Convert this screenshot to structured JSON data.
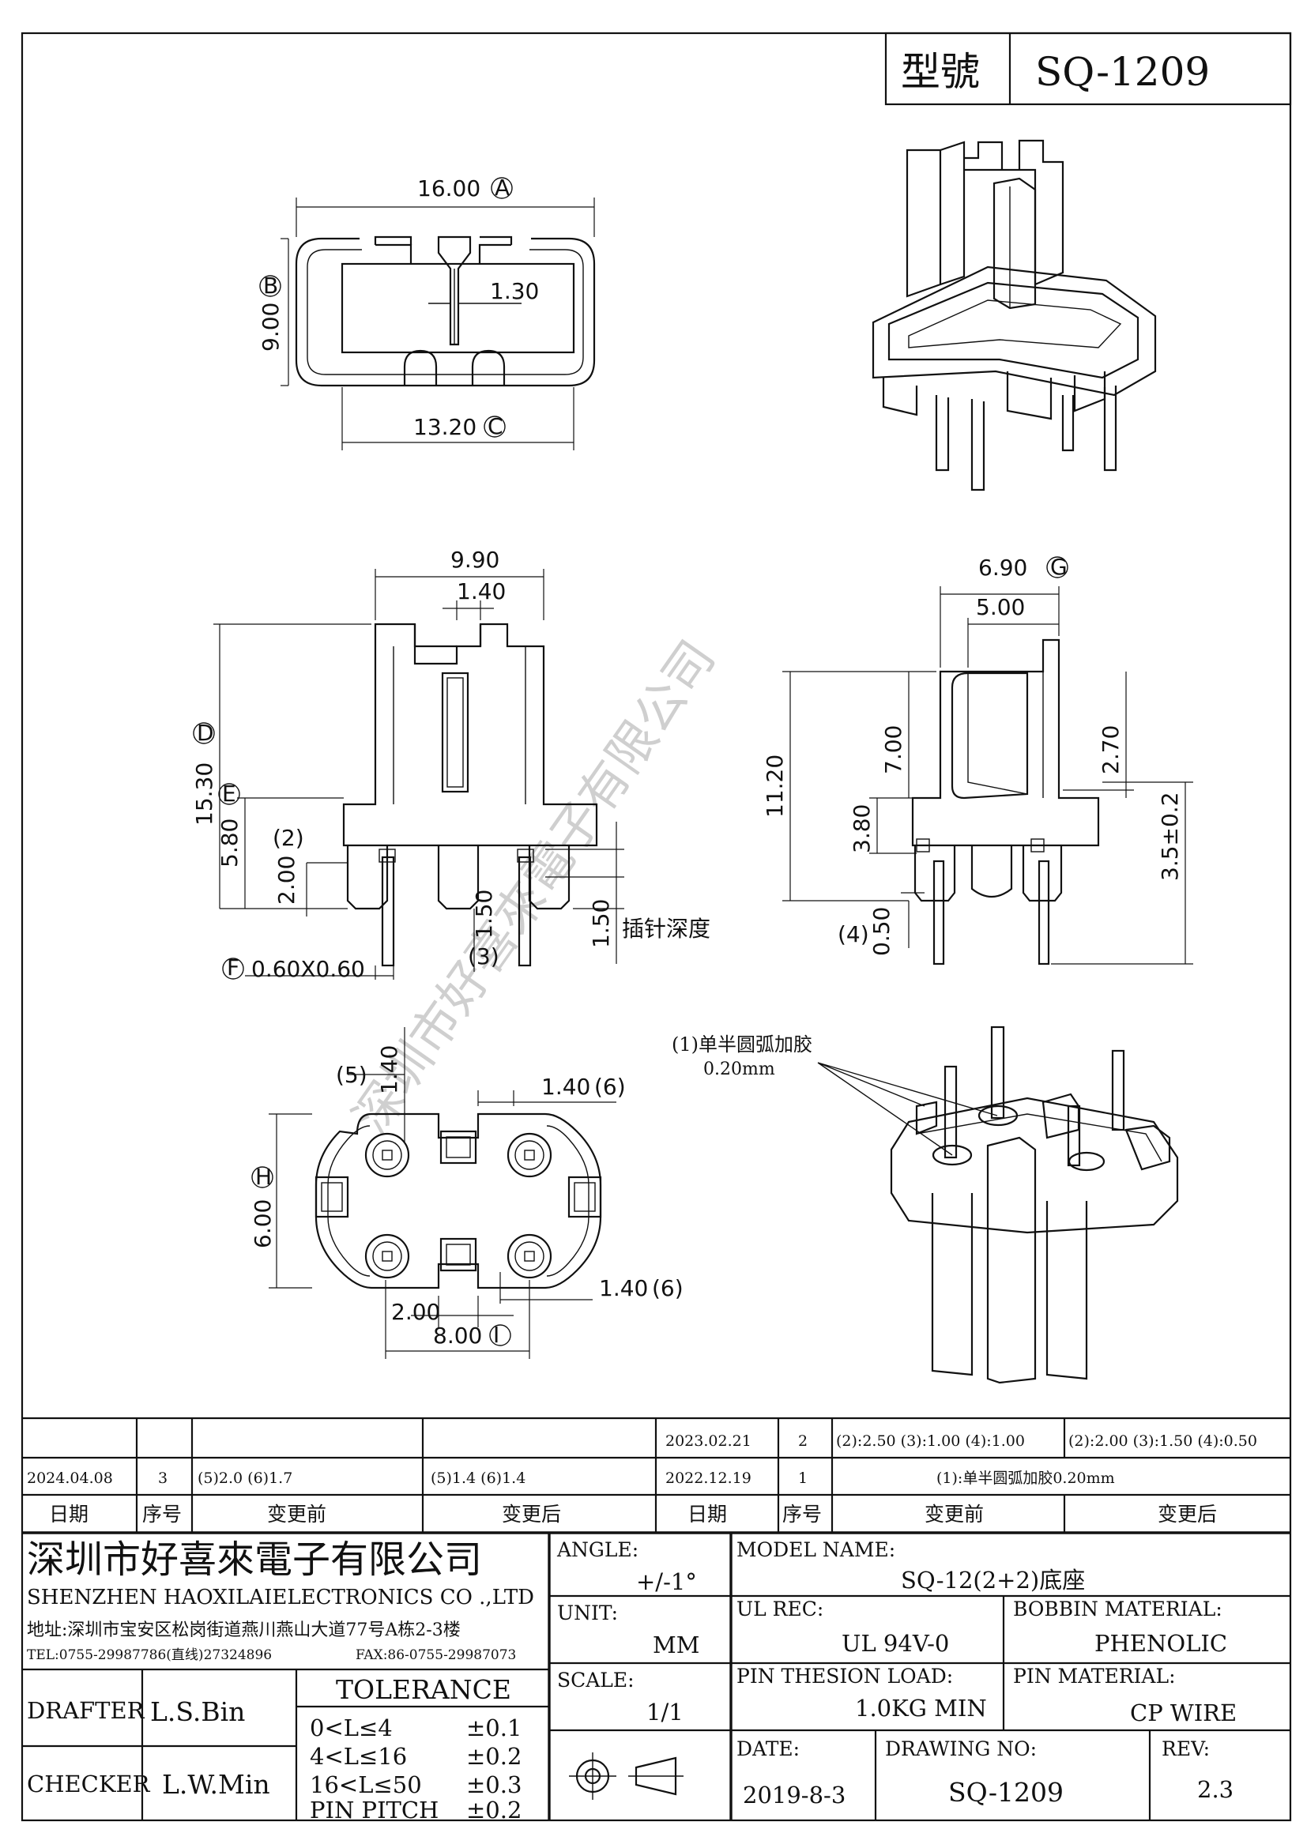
{
  "header": {
    "model_label": "型號",
    "model_no": "SQ-1209"
  },
  "watermark": "深圳市好喜來電子有限公司",
  "dimensions": {
    "top_width": "16.00",
    "top_width_mark": "A",
    "top_height": "9.00",
    "top_height_mark": "B",
    "top_inner": "1.30",
    "bottom_width": "13.20",
    "bottom_width_mark": "C",
    "front_width": "9.90",
    "front_slot": "1.40",
    "front_height": "15.30",
    "front_height_mark": "D",
    "front_base": "5.80",
    "front_base_mark": "E",
    "front_boss": "2.00",
    "front_boss_ref": "(2)",
    "front_pin_len": "1.50",
    "front_pin_ref": "(3)",
    "pin_size": "0.60X0.60",
    "pin_size_mark": "F",
    "insert_depth_val": "1.50",
    "insert_depth_label": "插针深度",
    "side_width": "6.90",
    "side_width_mark": "G",
    "side_inner": "5.00",
    "side_height": "11.20",
    "side_wall": "7.00",
    "side_step": "2.70",
    "side_base": "3.80",
    "side_pin": "3.5±0.2",
    "side_boss": "0.50",
    "side_boss_ref": "(4)",
    "bottom_view_a": "1.40",
    "bottom_view_a_ref": "(5)",
    "bottom_view_b": "1.40",
    "bottom_view_b_ref": "(6)",
    "bottom_view_c": "1.40",
    "bottom_view_c_ref": "(6)",
    "bottom_view_h": "6.00",
    "bottom_view_h_mark": "H",
    "bottom_view_pitch": "2.00",
    "bottom_view_w": "8.00",
    "bottom_view_w_mark": "I",
    "callout_1": "(1)单半圆弧加胶",
    "callout_1_val": "0.20mm"
  },
  "revisions": {
    "headers": [
      "日期",
      "序号",
      "变更前",
      "变更后",
      "日期",
      "序号",
      "变更前",
      "变更后"
    ],
    "left_rows": [
      {
        "date": "",
        "seq": "",
        "before": "",
        "after": ""
      },
      {
        "date": "2024.04.08",
        "seq": "3",
        "before": "(5)2.0  (6)1.7",
        "after": "(5)1.4  (6)1.4"
      }
    ],
    "right_rows": [
      {
        "date": "2023.02.21",
        "seq": "2",
        "before": "(2):2.50 (3):1.00 (4):1.00",
        "after": "(2):2.00 (3):1.50 (4):0.50"
      },
      {
        "date": "2022.12.19",
        "seq": "1",
        "before": "(1):单半圆弧加胶0.20mm",
        "after": ""
      }
    ]
  },
  "company": {
    "name_cn": "深圳市好喜來電子有限公司",
    "name_en": "SHENZHEN HAOXILAIELECTRONICS CO .,LTD",
    "address": "地址:深圳市宝安区松岗街道燕川燕山大道77号A栋2-3楼",
    "tel": "TEL:0755-29987786(直线)27324896",
    "fax": "FAX:86-0755-29987073"
  },
  "people": {
    "drafter_label": "DRAFTER",
    "drafter": "L.S.Bin",
    "checker_label": "CHECKER",
    "checker": "L.W.Min"
  },
  "tolerance": {
    "title": "TOLERANCE",
    "rows": [
      {
        "range": "0<L≤4",
        "value": "±0.1"
      },
      {
        "range": "4<L≤16",
        "value": "±0.2"
      },
      {
        "range": "16<L≤50",
        "value": "±0.3"
      },
      {
        "range": "PIN PITCH",
        "value": "±0.2"
      }
    ]
  },
  "specs": {
    "angle_label": "ANGLE:",
    "angle": "+/-1°",
    "unit_label": "UNIT:",
    "unit": "MM",
    "scale_label": "SCALE:",
    "scale": "1/1",
    "model_name_label": "MODEL NAME:",
    "model_name": "SQ-12(2+2)底座",
    "ul_label": "UL REC:",
    "ul": "UL 94V-0",
    "bobbin_label": "BOBBIN MATERIAL:",
    "bobbin": "PHENOLIC",
    "load_label": "PIN THESION LOAD:",
    "load": "1.0KG MIN",
    "pin_mat_label": "PIN MATERIAL:",
    "pin_mat": "CP  WIRE",
    "date_label": "DATE:",
    "date": "2019-8-3",
    "drawing_label": "DRAWING NO:",
    "drawing": "SQ-1209",
    "rev_label": "REV:",
    "rev": "2.3"
  }
}
